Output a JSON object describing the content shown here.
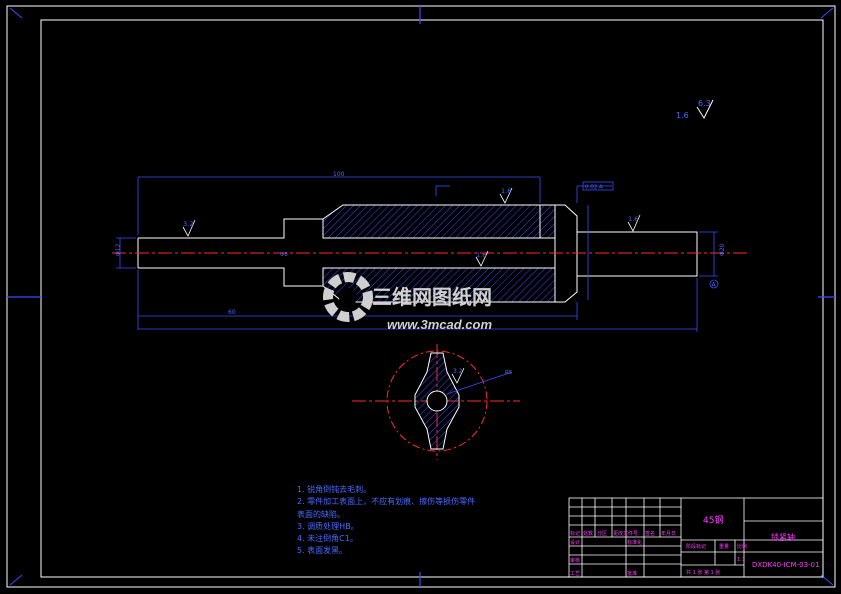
{
  "drawing": {
    "title_block": {
      "material": "45钢",
      "part_name": "锁紧轴",
      "drawing_number": "DXDK40-ICM-03-01",
      "sheet_info": "共 1 张 第 1 张",
      "cells": {
        "mark": "标记",
        "count": "处数",
        "zone": "分区",
        "change_doc": "更改文件号",
        "signature": "签名",
        "date": "年月日",
        "design": "设计",
        "standardize": "标准化",
        "review": "审核",
        "process": "工艺",
        "approve": "批准",
        "stage_mark": "阶段标记",
        "weight": "重量",
        "scale": "比例",
        "scale_value": "1:1"
      }
    },
    "surface_finish": {
      "general": "1.6",
      "general_paren": "6.3",
      "left_shaft": "3.2",
      "top_body": "1.6",
      "mid_body": "1.6",
      "right_shaft": "1.6",
      "section": "3.2"
    },
    "dimensions": {
      "overall_length": "100",
      "left_length": "60",
      "left_diameter": "Φ12",
      "right_diameter": "Φ20",
      "tolerance_box": "0.02 A",
      "bore_diameter": "Φ8",
      "section_dim": "R5",
      "datum": "A"
    },
    "notes": [
      "1. 锐角倒钝去毛刺。",
      "2. 零件加工表面上，不应有划痕、擦伤等损伤零件",
      "   表面的缺陷。",
      "3. 调质处理HB。",
      "4. 未注倒角C1。",
      "5. 表面发黑。"
    ],
    "watermark": {
      "brand": "三维网图纸网",
      "url": "www.3mcad.com"
    },
    "colors": {
      "border": "#ffffff",
      "frame": "#3b4dff",
      "center_line": "#ff2a2a",
      "text": "#4a6bff",
      "magenta": "#ff3bff",
      "hatch": "#3b4dff"
    }
  }
}
